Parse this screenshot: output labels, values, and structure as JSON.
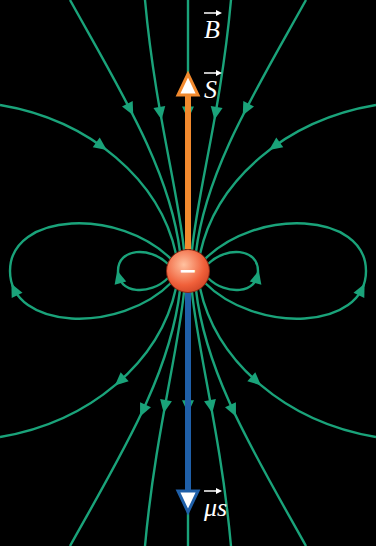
{
  "diagram": {
    "nodes": [
      {
        "text": [
          "−"
        ]
      }
    ],
    "labels": [
      "B",
      "S",
      "μs"
    ]
  }
}
